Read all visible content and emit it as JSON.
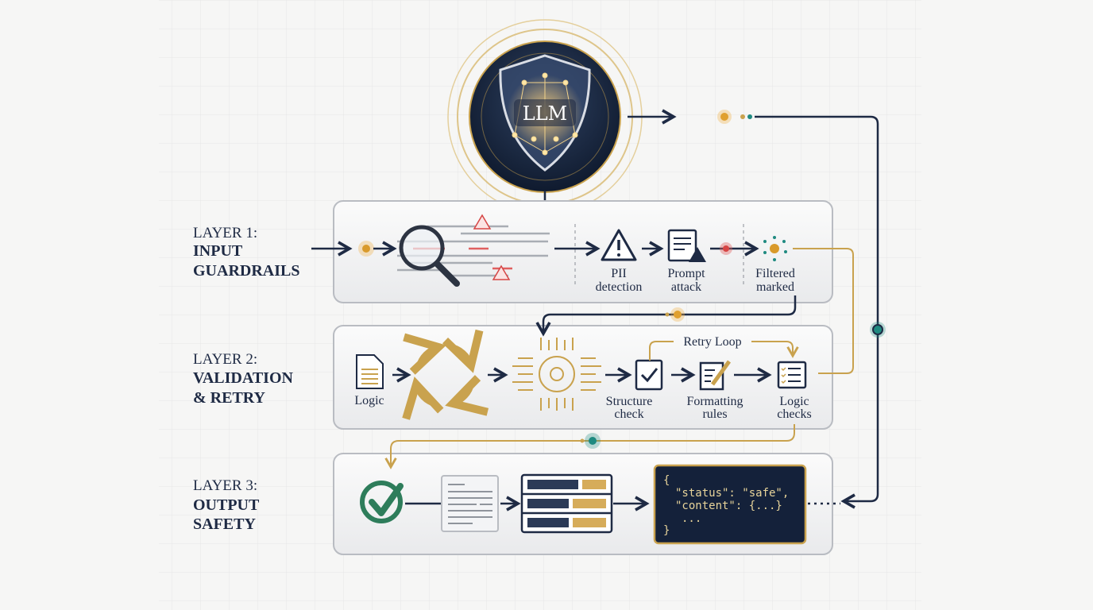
{
  "center": {
    "label": "LLM"
  },
  "layers": [
    {
      "title": "LAYER 1:",
      "line1": "INPUT",
      "line2": "GUARDRAILS",
      "steps": [
        {
          "line1": "PII",
          "line2": "detection"
        },
        {
          "line1": "Prompt",
          "line2": "attack"
        },
        {
          "line1": "Filtered",
          "line2": "marked"
        }
      ]
    },
    {
      "title": "LAYER 2:",
      "line1": "VALIDATION",
      "line2": "& RETRY",
      "loop_label": "Retry Loop",
      "steps": [
        {
          "line1": "Logic"
        },
        {
          "line1": "Structure",
          "line2": "check"
        },
        {
          "line1": "Formatting",
          "line2": "rules"
        },
        {
          "line1": "Logic",
          "line2": "checks"
        }
      ]
    },
    {
      "title": "LAYER 3:",
      "line1": "OUTPUT",
      "line2": "SAFETY",
      "json_lines": [
        "{",
        "\"status\": \"safe\",",
        "\"content\": {...}",
        "...",
        "}"
      ]
    }
  ],
  "colors": {
    "navy": "#1e2a44",
    "gold": "#c9a24e",
    "teal": "#1f8a80",
    "green": "#2e7d5b",
    "red": "#e06060"
  }
}
